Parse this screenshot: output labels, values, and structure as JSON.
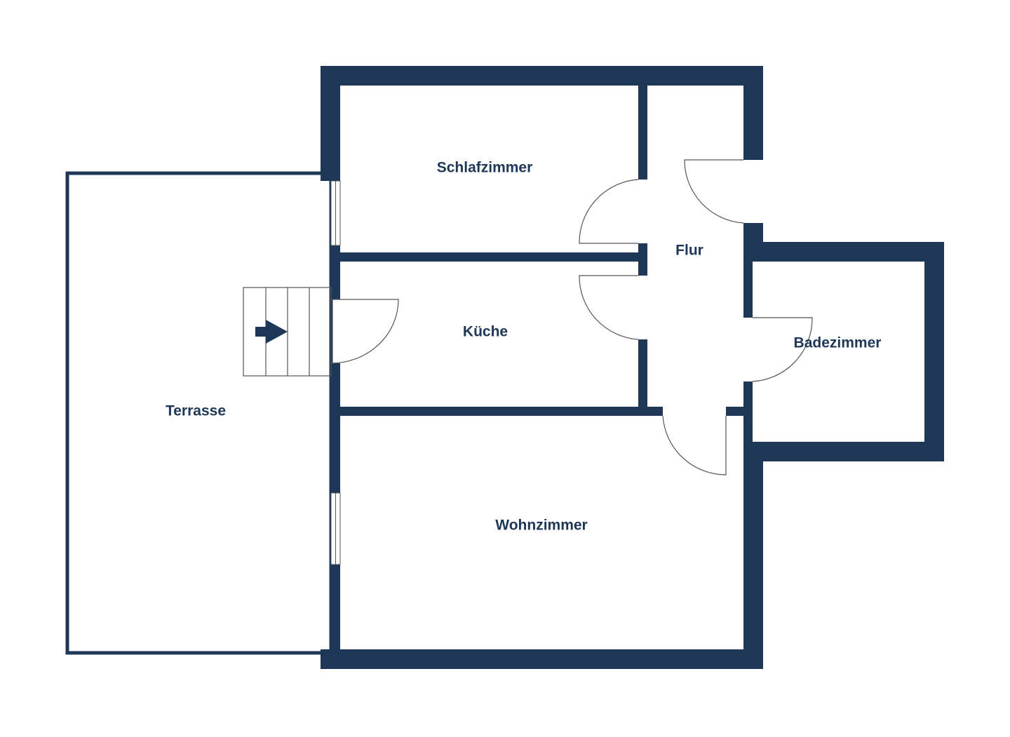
{
  "plan": {
    "wall_color": "#1e3756",
    "rooms": {
      "schlafzimmer": "Schlafzimmer",
      "flur": "Flur",
      "kueche": "Küche",
      "badezimmer": "Badezimmer",
      "terrasse": "Terrasse",
      "wohnzimmer": "Wohnzimmer"
    }
  }
}
